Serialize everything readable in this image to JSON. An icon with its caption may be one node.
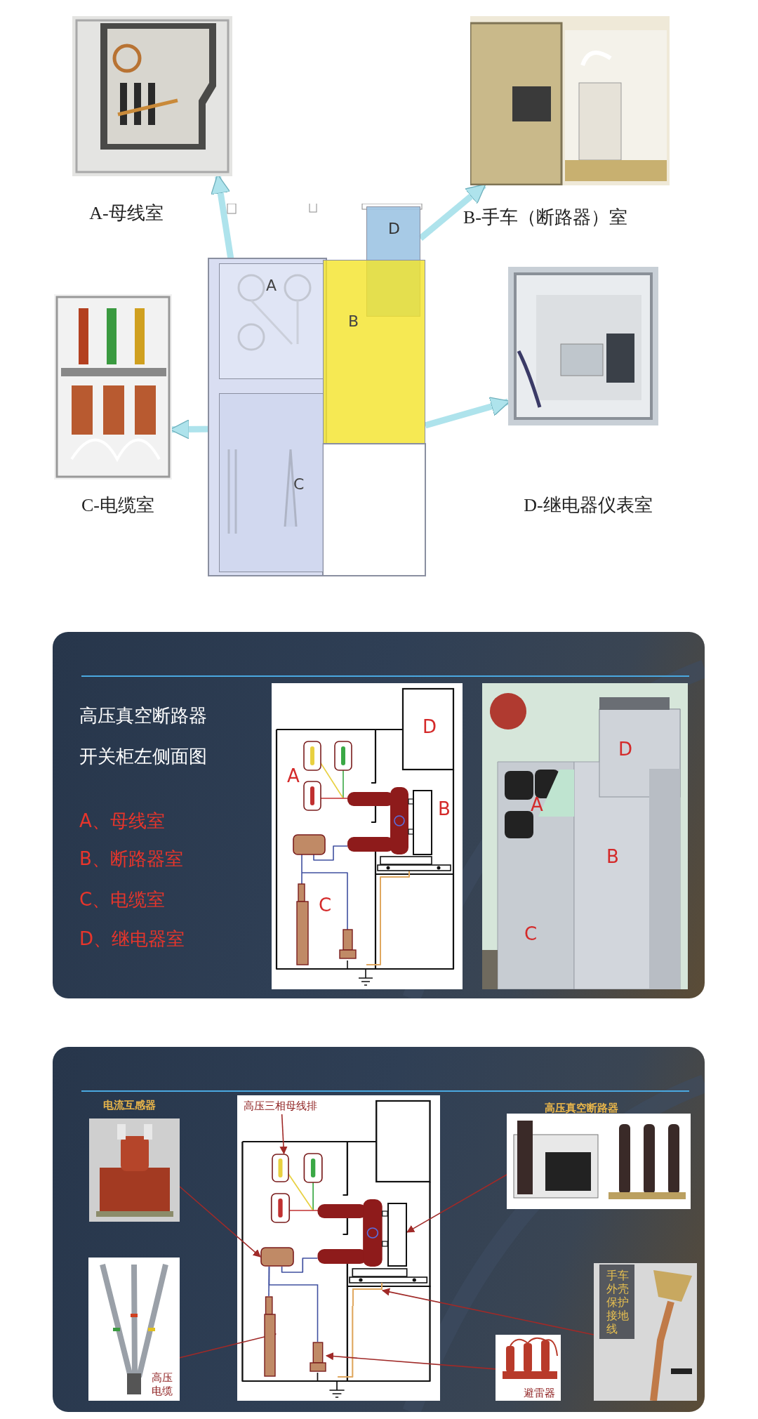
{
  "diagram": {
    "nodes": [
      {
        "text": [],
        "shape": "picture",
        "beside": [
          "A-母线室"
        ]
      },
      {
        "text": [],
        "shape": "picture",
        "beside": [
          "B-手车（断路器）室"
        ]
      },
      {
        "text": [],
        "shape": "picture"
      },
      {
        "text": [
          "A"
        ],
        "in": 2
      },
      {
        "text": [
          "D"
        ],
        "in": 2
      },
      {
        "text": [
          "B"
        ],
        "in": 2
      },
      {
        "text": [
          "C"
        ],
        "in": 2
      },
      {
        "text": [],
        "shape": "picture",
        "beside": [
          "C-电缆室"
        ]
      },
      {
        "text": [],
        "shape": "picture",
        "beside": [
          "D-继电器仪表室"
        ]
      },
      {
        "text": [],
        "shape": "picture",
        "beside": [
          "电流互感器"
        ]
      },
      {
        "text": [
          "高压三相母线排"
        ]
      },
      {
        "text": [],
        "shape": "picture",
        "beside": [
          "高压真空断路器"
        ]
      },
      {
        "text": [],
        "shape": "box"
      },
      {
        "text": [],
        "shape": "box"
      },
      {
        "text": [],
        "shape": "box"
      },
      {
        "text": [
          "高压电缆"
        ]
      },
      {
        "text": [
          "手车外壳保护接地线"
        ]
      },
      {
        "text": [],
        "shape": "bar"
      },
      {
        "text": [],
        "shape": "box"
      },
      {
        "text": [
          "避雷器"
        ]
      },
      {
        "text": [],
        "shape": "line"
      }
    ],
    "edges": [
      {
        "from": 3,
        "to": 0,
        "arrow": "to",
        "style": "thick",
        "color": "#aee3ec"
      },
      {
        "from": 4,
        "to": 1,
        "arrow": "to",
        "style": "thick",
        "color": "#aee3ec"
      },
      {
        "from": 6,
        "to": 7,
        "arrow": "to",
        "style": "thick",
        "color": "#aee3ec"
      },
      {
        "from": 5,
        "to": 8,
        "arrow": "to",
        "style": "thick",
        "color": "#aee3ec"
      },
      {
        "from": 9,
        "to": 14,
        "arrow": "to"
      },
      {
        "from": 10,
        "to": 12,
        "arrow": "to"
      },
      {
        "from": 11,
        "to": 13,
        "arrow": "to"
      },
      {
        "from": 15,
        "to": 17,
        "arrow": "to"
      },
      {
        "from": 16,
        "to": 20,
        "arrow": "to"
      },
      {
        "from": 19,
        "to": 18,
        "arrow": "to"
      },
      {
        "from": 14,
        "to": 17,
        "arrow": "none",
        "color": "#4050a0"
      },
      {
        "from": 14,
        "to": 18,
        "arrow": "none",
        "color": "#4050a0"
      }
    ],
    "labels": [
      "高压真空断路器开关柜左侧面图",
      "A、母线室",
      "B、断路器室",
      "C、电缆室",
      "D、继电器室",
      "D",
      "A",
      "B",
      "C",
      "D",
      "A",
      "B",
      "C"
    ]
  }
}
